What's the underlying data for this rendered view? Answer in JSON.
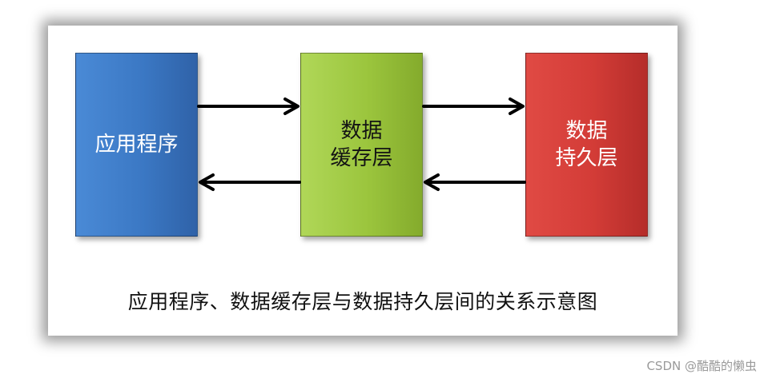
{
  "boxes": {
    "app": {
      "line1": "应用程序"
    },
    "cache": {
      "line1": "数据",
      "line2": "缓存层"
    },
    "persist": {
      "line1": "数据",
      "line2": "持久层"
    }
  },
  "caption": "应用程序、数据缓存层与数据持久层间的关系示意图",
  "watermark": "CSDN @酷酷的懒虫",
  "colors": {
    "app": "#3b78c4",
    "cache": "#9bc53d",
    "persist": "#d33c37",
    "arrow": "#000000"
  }
}
